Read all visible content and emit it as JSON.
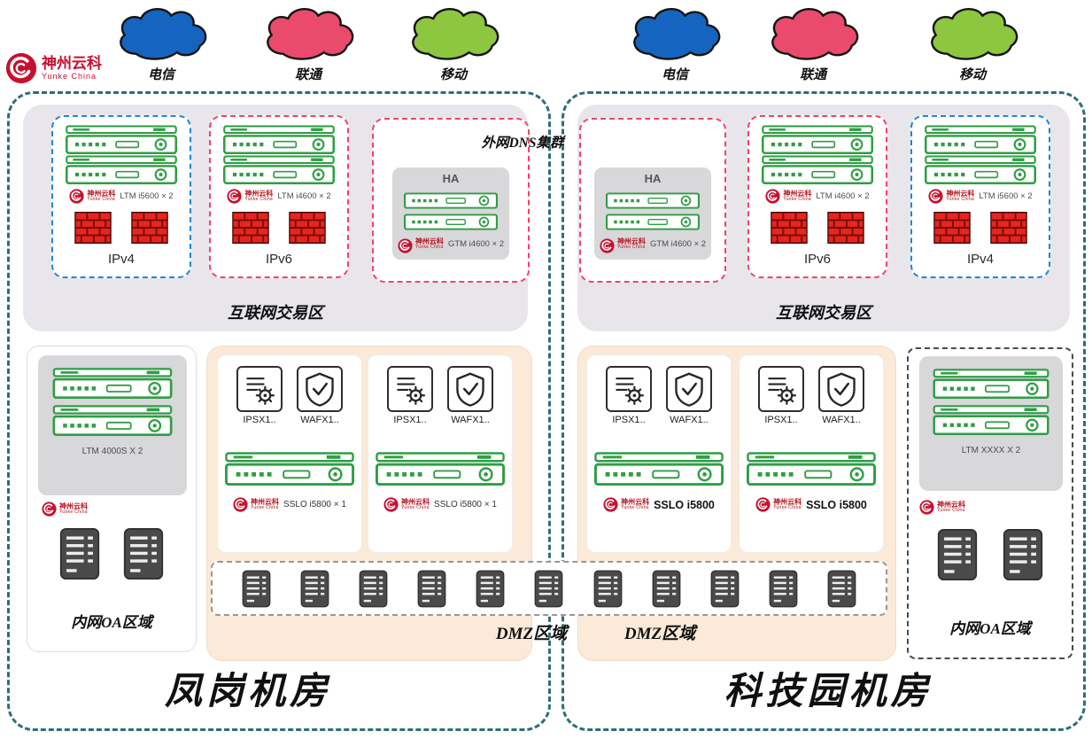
{
  "brand": {
    "name": "神州云科",
    "sub": "Yunke China"
  },
  "clouds": [
    {
      "label": "电信",
      "color": "#1565c0"
    },
    {
      "label": "联通",
      "color": "#ea4a6b"
    },
    {
      "label": "移动",
      "color": "#8dc63f"
    },
    {
      "label": "电信",
      "color": "#1565c0"
    },
    {
      "label": "联通",
      "color": "#ea4a6b"
    },
    {
      "label": "移动",
      "color": "#8dc63f"
    }
  ],
  "left": {
    "room": "凤岗机房",
    "internet_zone_label": "互联网交易区",
    "ipv4": {
      "label": "IPv4",
      "device": "LTM i5600 × 2"
    },
    "ipv6": {
      "label": "IPv6",
      "device": "LTM i4600 × 2"
    },
    "dns": {
      "title": "外网DNS集群",
      "ha": "HA",
      "device": "GTM i4600 × 2"
    },
    "oa": {
      "label": "内网OA区域",
      "device": "LTM 4000S X 2"
    },
    "dmz": {
      "label": "DMZ区域",
      "clusters": [
        {
          "ips": "IPSX1..",
          "waf": "WAFX1..",
          "sslo": "SSLO i5800 × 1"
        },
        {
          "ips": "IPSX1..",
          "waf": "WAFX1..",
          "sslo": "SSLO i5800 × 1"
        }
      ]
    }
  },
  "right": {
    "room": "科技园机房",
    "internet_zone_label": "互联网交易区",
    "dns": {
      "ha": "HA",
      "device": "GTM i4600 × 2"
    },
    "ipv6": {
      "label": "IPv6",
      "device": "LTM i4600 × 2"
    },
    "ipv4": {
      "label": "IPv4",
      "device": "LTM i5600 × 2"
    },
    "oa": {
      "label": "内网OA区域",
      "device": "LTM XXXX X 2"
    },
    "dmz": {
      "label": "DMZ区域",
      "clusters": [
        {
          "ips": "IPSX1..",
          "waf": "WAFX1..",
          "sslo": "SSLO i5800"
        },
        {
          "ips": "IPSX1..",
          "waf": "WAFX1..",
          "sslo": "SSLO i5800"
        }
      ]
    }
  },
  "dmz_strip": {
    "server_count": 11
  },
  "icons": {
    "cloud-icon": "puffy ISP cloud outline",
    "yunke-logo-icon": "red disc with white swirl",
    "adc-appliance-icon": "green-outlined rack appliance with port dots and dial",
    "firewall-icon": "red brick wall",
    "server-cabinet-icon": "dark server tower with vent slots",
    "ips-icon": "log lines with gear",
    "waf-icon": "shield with check mark"
  },
  "colors": {
    "teal_border": "#2d6e78",
    "ipv4_border": "#1e88d2",
    "ipv6_border": "#f0436a",
    "zone_gray": "#e8e6eb",
    "device_gray": "#d8d7da",
    "dmz_bg": "#fbead8",
    "appliance_green": "#2f9e44",
    "brick_red": "#e8241d",
    "server_dark": "#4a4a4a",
    "brand_red": "#c8102e"
  }
}
